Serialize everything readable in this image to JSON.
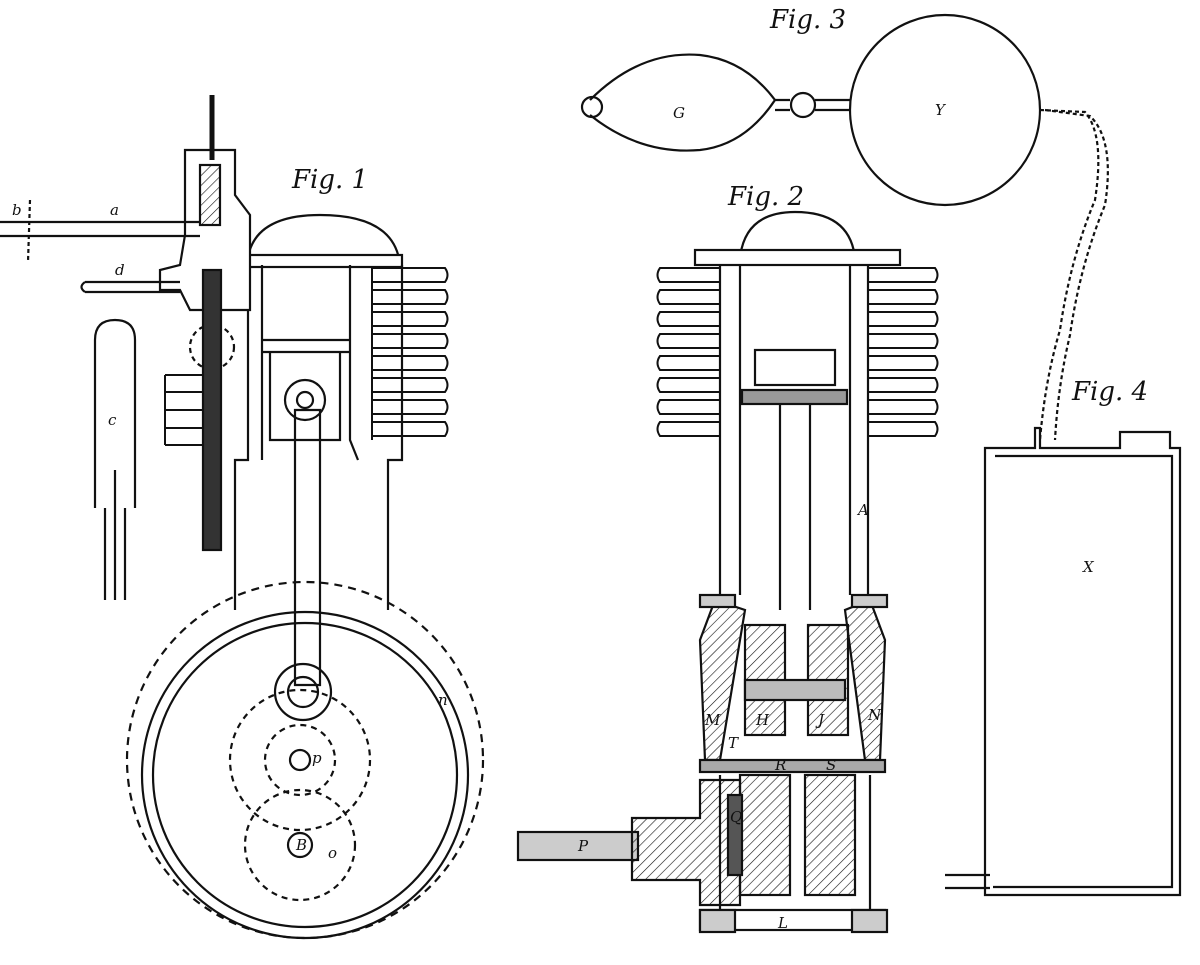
{
  "figures": {
    "fig1": "Fig. 1",
    "fig2": "Fig. 2",
    "fig3": "Fig. 3",
    "fig4": "Fig. 4"
  },
  "labels": {
    "b": "b",
    "a": "a",
    "d": "d",
    "c": "c",
    "p": "p",
    "B": "B",
    "o": "o",
    "n": "n",
    "A": "A",
    "M": "M",
    "N": "N",
    "H": "H",
    "J": "J",
    "T": "T",
    "R": "R",
    "S": "S",
    "Q": "Q",
    "P": "P",
    "L": "L",
    "G": "G",
    "Y": "Y",
    "X": "X"
  },
  "colors": {
    "ink": "#111111",
    "paper": "#ffffff"
  }
}
